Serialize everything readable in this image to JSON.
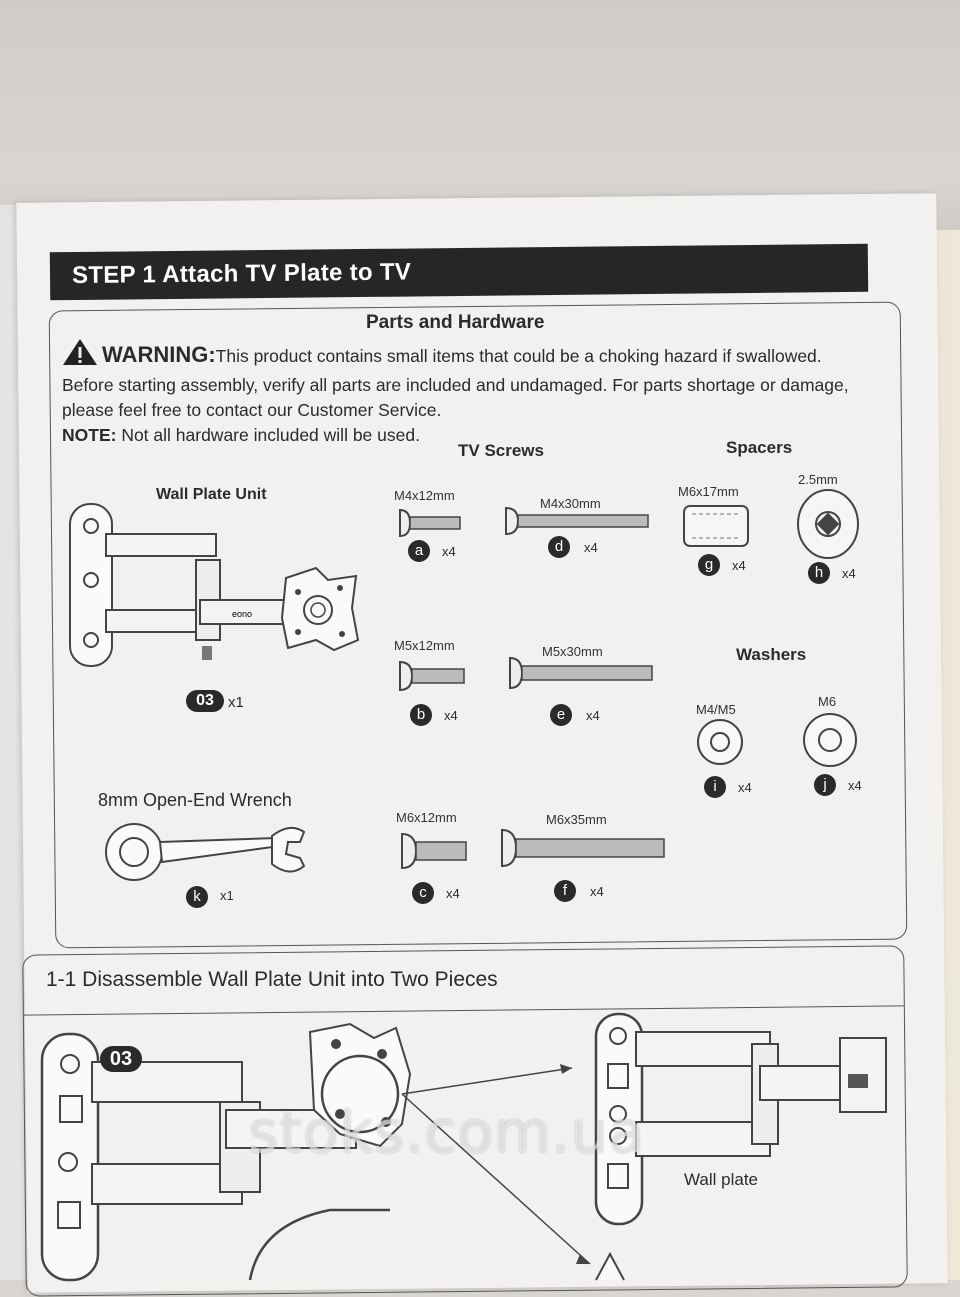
{
  "step": {
    "title": "STEP 1 Attach TV Plate to TV"
  },
  "parts": {
    "title": "Parts and Hardware",
    "warning_label": "WARNING:",
    "warning_text": "This product contains small items that could be a choking hazard if swallowed. Before starting assembly, verify all parts are included and undamaged. For parts shortage or damage, please feel free to contact our Customer Service.",
    "note_label": "NOTE:",
    "note_text": " Not all hardware included will be used."
  },
  "wall_plate": {
    "title": "Wall Plate Unit",
    "badge": "03",
    "qty": "x1",
    "brand": "eono"
  },
  "wrench": {
    "title": "8mm Open-End Wrench",
    "badge": "k",
    "qty": "x1"
  },
  "tv_screws": {
    "title": "TV Screws",
    "items": [
      {
        "size": "M4x12mm",
        "badge": "a",
        "qty": "x4"
      },
      {
        "size": "M4x30mm",
        "badge": "d",
        "qty": "x4"
      },
      {
        "size": "M5x12mm",
        "badge": "b",
        "qty": "x4"
      },
      {
        "size": "M5x30mm",
        "badge": "e",
        "qty": "x4"
      },
      {
        "size": "M6x12mm",
        "badge": "c",
        "qty": "x4"
      },
      {
        "size": "M6x35mm",
        "badge": "f",
        "qty": "x4"
      }
    ]
  },
  "spacers": {
    "title": "Spacers",
    "items": [
      {
        "size": "M6x17mm",
        "badge": "g",
        "qty": "x4"
      },
      {
        "size": "2.5mm",
        "badge": "h",
        "qty": "x4"
      }
    ]
  },
  "washers": {
    "title": "Washers",
    "items": [
      {
        "size": "M4/M5",
        "badge": "i",
        "qty": "x4"
      },
      {
        "size": "M6",
        "badge": "j",
        "qty": "x4"
      }
    ]
  },
  "substep": {
    "title": "1-1 Disassemble Wall Plate Unit into Two Pieces",
    "badge": "03",
    "wall_plate_label": "Wall plate"
  },
  "watermark": "stoks.com.ua"
}
